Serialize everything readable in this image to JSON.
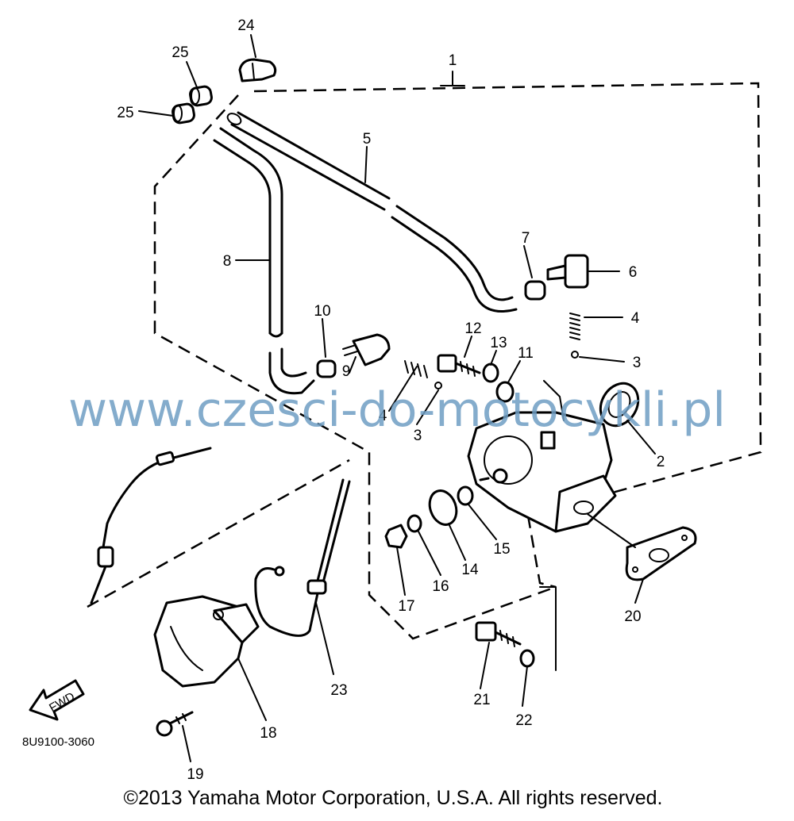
{
  "labels": {
    "l1": "1",
    "l2": "2",
    "l3a": "3",
    "l3b": "3",
    "l4a": "4",
    "l4b": "4",
    "l5": "5",
    "l6": "6",
    "l7": "7",
    "l8": "8",
    "l9": "9",
    "l10": "10",
    "l11": "11",
    "l12": "12",
    "l13": "13",
    "l14": "14",
    "l15": "15",
    "l16": "16",
    "l17": "17",
    "l18": "18",
    "l19": "19",
    "l20": "20",
    "l21": "21",
    "l22": "22",
    "l23": "23",
    "l24": "24",
    "l25a": "25",
    "l25b": "25"
  },
  "fwd_arrow": "FWD",
  "diagram_code": "8U9100-3060",
  "watermark": "www.czesci-do-motocykli.pl",
  "copyright": "©2013 Yamaha Motor Corporation, U.S.A. All rights reserved.",
  "colors": {
    "ink": "#000000",
    "watermark": "#6f9ec4",
    "background": "#ffffff"
  }
}
